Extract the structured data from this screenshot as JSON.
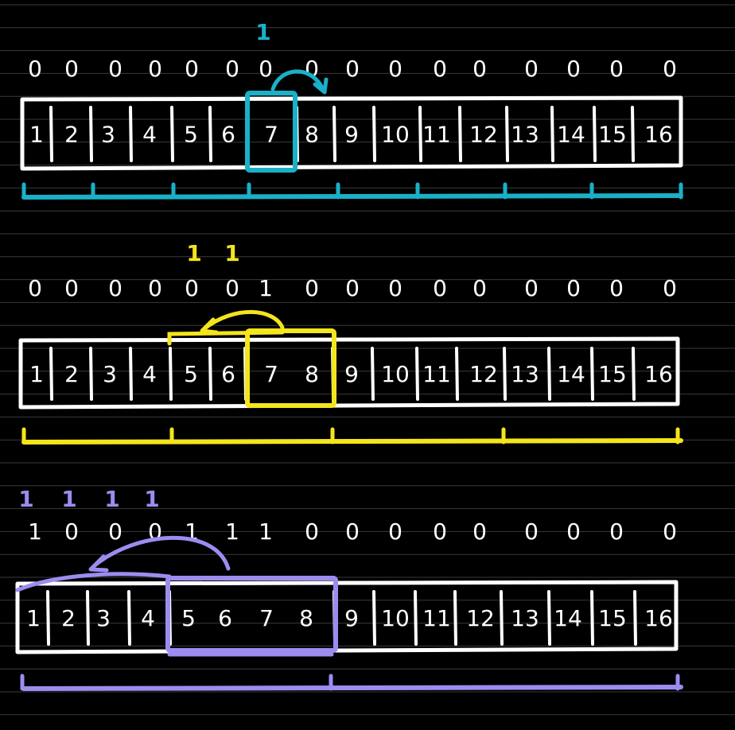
{
  "colors": {
    "background": "#000000",
    "ruled_lines": "#3a3a3a",
    "white": "#ffffff",
    "cyan": "#1ab0c8",
    "yellow": "#f4e51c",
    "purple": "#9d8cf0"
  },
  "rows": [
    {
      "id": "cyan",
      "accent": "#1ab0c8",
      "top_marks": [
        "1"
      ],
      "bits": [
        "0",
        "0",
        "0",
        "0",
        "0",
        "0",
        "0",
        "0",
        "0",
        "0",
        "0",
        "0",
        "0",
        "0",
        "0",
        "0"
      ],
      "cells": [
        "1",
        "2",
        "3",
        "4",
        "5",
        "6",
        "7",
        "8",
        "9",
        "10",
        "11",
        "12",
        "13",
        "14",
        "15",
        "16"
      ],
      "highlight": {
        "from_cell": 7,
        "to_cell": 7
      },
      "arrow": "right"
    },
    {
      "id": "yellow",
      "accent": "#f4e51c",
      "top_marks": [
        "1",
        "1"
      ],
      "bits": [
        "0",
        "0",
        "0",
        "0",
        "0",
        "0",
        "1",
        "0",
        "0",
        "0",
        "0",
        "0",
        "0",
        "0",
        "0",
        "0"
      ],
      "cells": [
        "1",
        "2",
        "3",
        "4",
        "5",
        "6",
        "7",
        "8",
        "9",
        "10",
        "11",
        "12",
        "13",
        "14",
        "15",
        "16"
      ],
      "highlight": {
        "from_cell": 7,
        "to_cell": 8
      },
      "arrow": "left"
    },
    {
      "id": "purple",
      "accent": "#9d8cf0",
      "top_marks": [
        "1",
        "1",
        "1",
        "1"
      ],
      "bits": [
        "1",
        "0",
        "0",
        "0",
        "1",
        "1",
        "1",
        "0",
        "0",
        "0",
        "0",
        "0",
        "0",
        "0",
        "0",
        "0"
      ],
      "cells": [
        "1",
        "2",
        "3",
        "4",
        "5",
        "6",
        "7",
        "8",
        "9",
        "10",
        "11",
        "12",
        "13",
        "14",
        "15",
        "16"
      ],
      "highlight": {
        "from_cell": 5,
        "to_cell": 8
      },
      "arrow": "left"
    }
  ]
}
